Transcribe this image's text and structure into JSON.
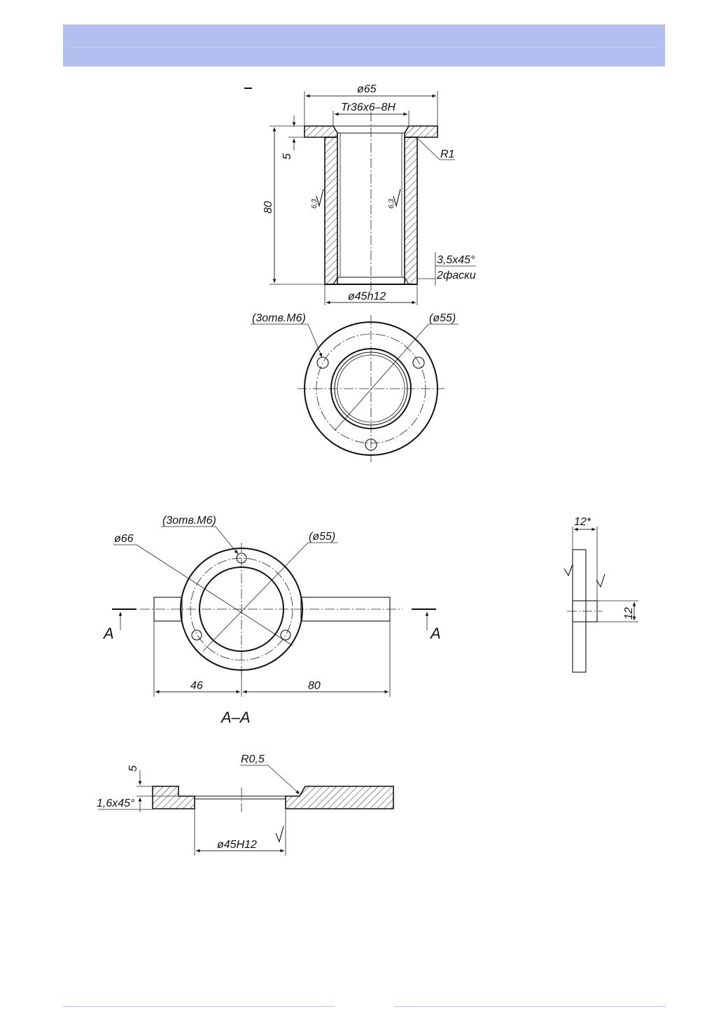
{
  "colors": {
    "header_band": "#b3bfee",
    "footer_line": "#b3bfee",
    "ink": "#111111"
  },
  "drawing1": {
    "dim_outer_diameter": "ø65",
    "dim_thread": "Tr36x6–8H",
    "dim_flange_thickness": "5",
    "dim_height": "80",
    "dim_radius": "R1",
    "dim_chamfer": "3,5x45°",
    "dim_chamfer_note": "2фаски",
    "dim_bottom_diameter": "ø45h12",
    "holes_note": "(3отв.М6)",
    "bolt_circle": "(ø55)",
    "roughness_left": "6,3",
    "roughness_right": "6,3"
  },
  "drawing2": {
    "holes_note": "(3отв.М6)",
    "dim_outer_diameter": "ø66",
    "bolt_circle": "(ø55)",
    "section_mark_left": "A",
    "section_mark_right": "A",
    "dim_left": "46",
    "dim_right": "80",
    "side_dim_top": "12*",
    "side_dim_right": "12"
  },
  "section": {
    "title": "A–A",
    "dim_step": "5",
    "dim_chamfer": "1,6x45°",
    "dim_radius": "R0,5",
    "dim_bore": "ø45H12"
  }
}
